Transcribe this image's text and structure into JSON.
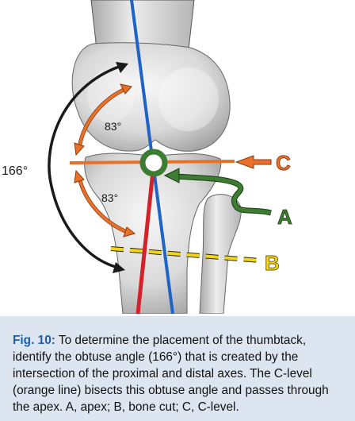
{
  "diagram": {
    "angle_total": "166°",
    "angle_upper": "83°",
    "angle_lower": "83°",
    "label_c": "C",
    "label_a": "A",
    "label_b": "B",
    "colors": {
      "proximal_axis": "#1f63c6",
      "distal_axis": "#d2232a",
      "c_level": "#e8702a",
      "apex": "#3c7d32",
      "bone_cut": "#f2d41c",
      "arc": "#1a1a1a"
    }
  },
  "caption": {
    "label": "Fig. 10:",
    "text": " To determine the placement of the thumbtack, identify the obtuse angle (166°) that is created by the intersection of the proximal and distal axes. The C-level (orange line) bisects this obtuse angle and passes through the apex. A, apex; B, bone cut; C, C-level."
  }
}
